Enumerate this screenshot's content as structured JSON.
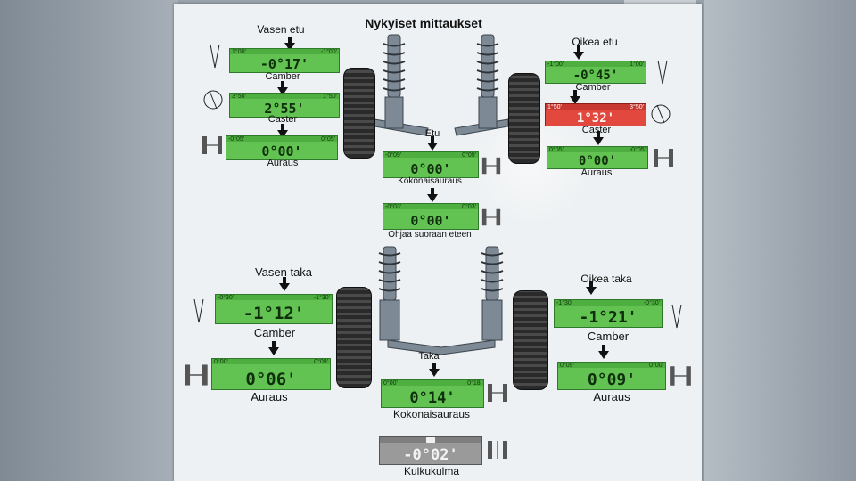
{
  "title": "Nykyiset mittaukset",
  "front_left": {
    "heading": "Vasen etu",
    "camber": {
      "label": "Camber",
      "value": "-0°17'",
      "min": "1°00'",
      "max": "-1°00'"
    },
    "caster": {
      "label": "Caster",
      "value": "2°55'",
      "min": "3°50'",
      "max": "1°50'"
    },
    "toe": {
      "label": "Auraus",
      "value": "0°00'",
      "min": "-0°05'",
      "max": "0°05'"
    }
  },
  "front_right": {
    "heading": "Oikea etu",
    "camber": {
      "label": "Camber",
      "value": "-0°45'",
      "min": "-1°00'",
      "max": "1°00'"
    },
    "caster": {
      "label": "Caster",
      "value": "1°32'",
      "min": "1°50'",
      "max": "3°50'"
    },
    "toe": {
      "label": "Auraus",
      "value": "0°00'",
      "min": "0°05'",
      "max": "-0°05'"
    }
  },
  "front_center": {
    "heading": "Etu",
    "total_toe": {
      "label": "Kokonaisauraus",
      "value": "0°00'",
      "min": "-0°09'",
      "max": "0°09'"
    },
    "steering": {
      "label": "Ohjaa suoraan eteen",
      "value": "0°00'",
      "min": "-0°03'",
      "max": "0°03'"
    }
  },
  "rear_left": {
    "heading": "Vasen taka",
    "camber": {
      "label": "Camber",
      "value": "-1°12'",
      "min": "-0°30'",
      "max": "-1°30'"
    },
    "toe": {
      "label": "Auraus",
      "value": "0°06'",
      "min": "0°00'",
      "max": "0°09'"
    }
  },
  "rear_right": {
    "heading": "Oikea taka",
    "camber": {
      "label": "Camber",
      "value": "-1°21'",
      "min": "-1°30'",
      "max": "-0°30'"
    },
    "toe": {
      "label": "Auraus",
      "value": "0°09'",
      "min": "0°09'",
      "max": "0°00'"
    }
  },
  "rear_center": {
    "heading": "Taka",
    "total_toe": {
      "label": "Kokonaisauraus",
      "value": "0°14'",
      "min": "0°00'",
      "max": "0°18'"
    }
  },
  "thrust": {
    "label": "Kulkukulma",
    "value": "-0°02'"
  },
  "colors": {
    "in_spec": "#62c352",
    "out_of_spec": "#e2483e",
    "neutral": "#9a9a9a"
  }
}
